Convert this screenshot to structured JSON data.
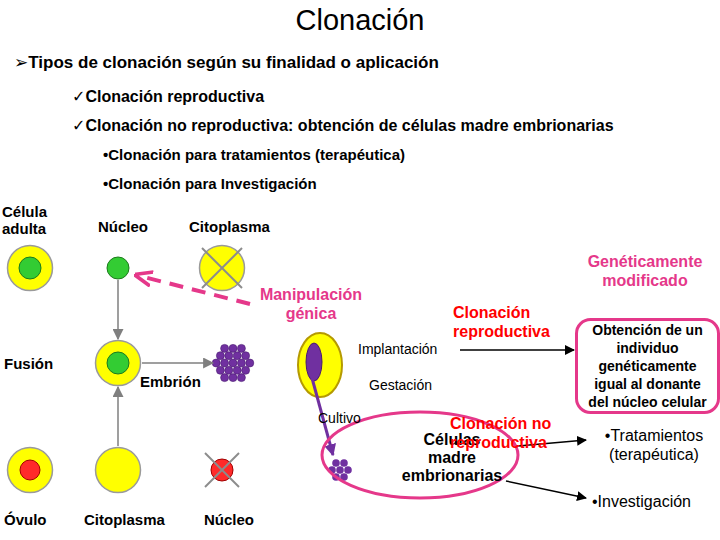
{
  "diagram": {
    "title": "Clonación",
    "nodes": [
      {
        "text": [
          "Célula adulta"
        ]
      },
      {
        "text": [
          "Núcleo"
        ]
      },
      {
        "text": [
          "Citoplasma"
        ]
      },
      {
        "text": [
          "Fusión"
        ]
      },
      {
        "text": [
          "Embrión"
        ]
      },
      {
        "text": [
          "Obtención de un individuo genéticamente igual al donante del núcleo celular"
        ]
      },
      {
        "text": [
          "Células madre embrionarias"
        ]
      },
      {
        "text": [
          "Óvulo"
        ]
      },
      {
        "text": [
          "Citoplasma"
        ]
      },
      {
        "text": [
          "Núcleo"
        ]
      }
    ],
    "edges": [
      {
        "from": 1,
        "to": 3,
        "arrow": "to"
      },
      {
        "from": 8,
        "to": 3,
        "arrow": "to"
      },
      {
        "from": 3,
        "to": 4,
        "arrow": "to"
      }
    ],
    "labels": [
      "➢Tipos de clonación según su finalidad o aplicación",
      "✓Clonación reproductiva",
      "✓Clonación no reproductiva: obtención de células madre embrionarias",
      "•Clonación para tratamientos (terapéutica)",
      "•Clonación para Investigación",
      "Genéticamente modificado",
      "Manipulación génica",
      "Clonación reproductiva",
      "Implantación",
      "Gestación",
      "Cultivo",
      "Clonación no reproductiva",
      "•Tratamientos (terapéutica)",
      "•Investigación"
    ]
  }
}
